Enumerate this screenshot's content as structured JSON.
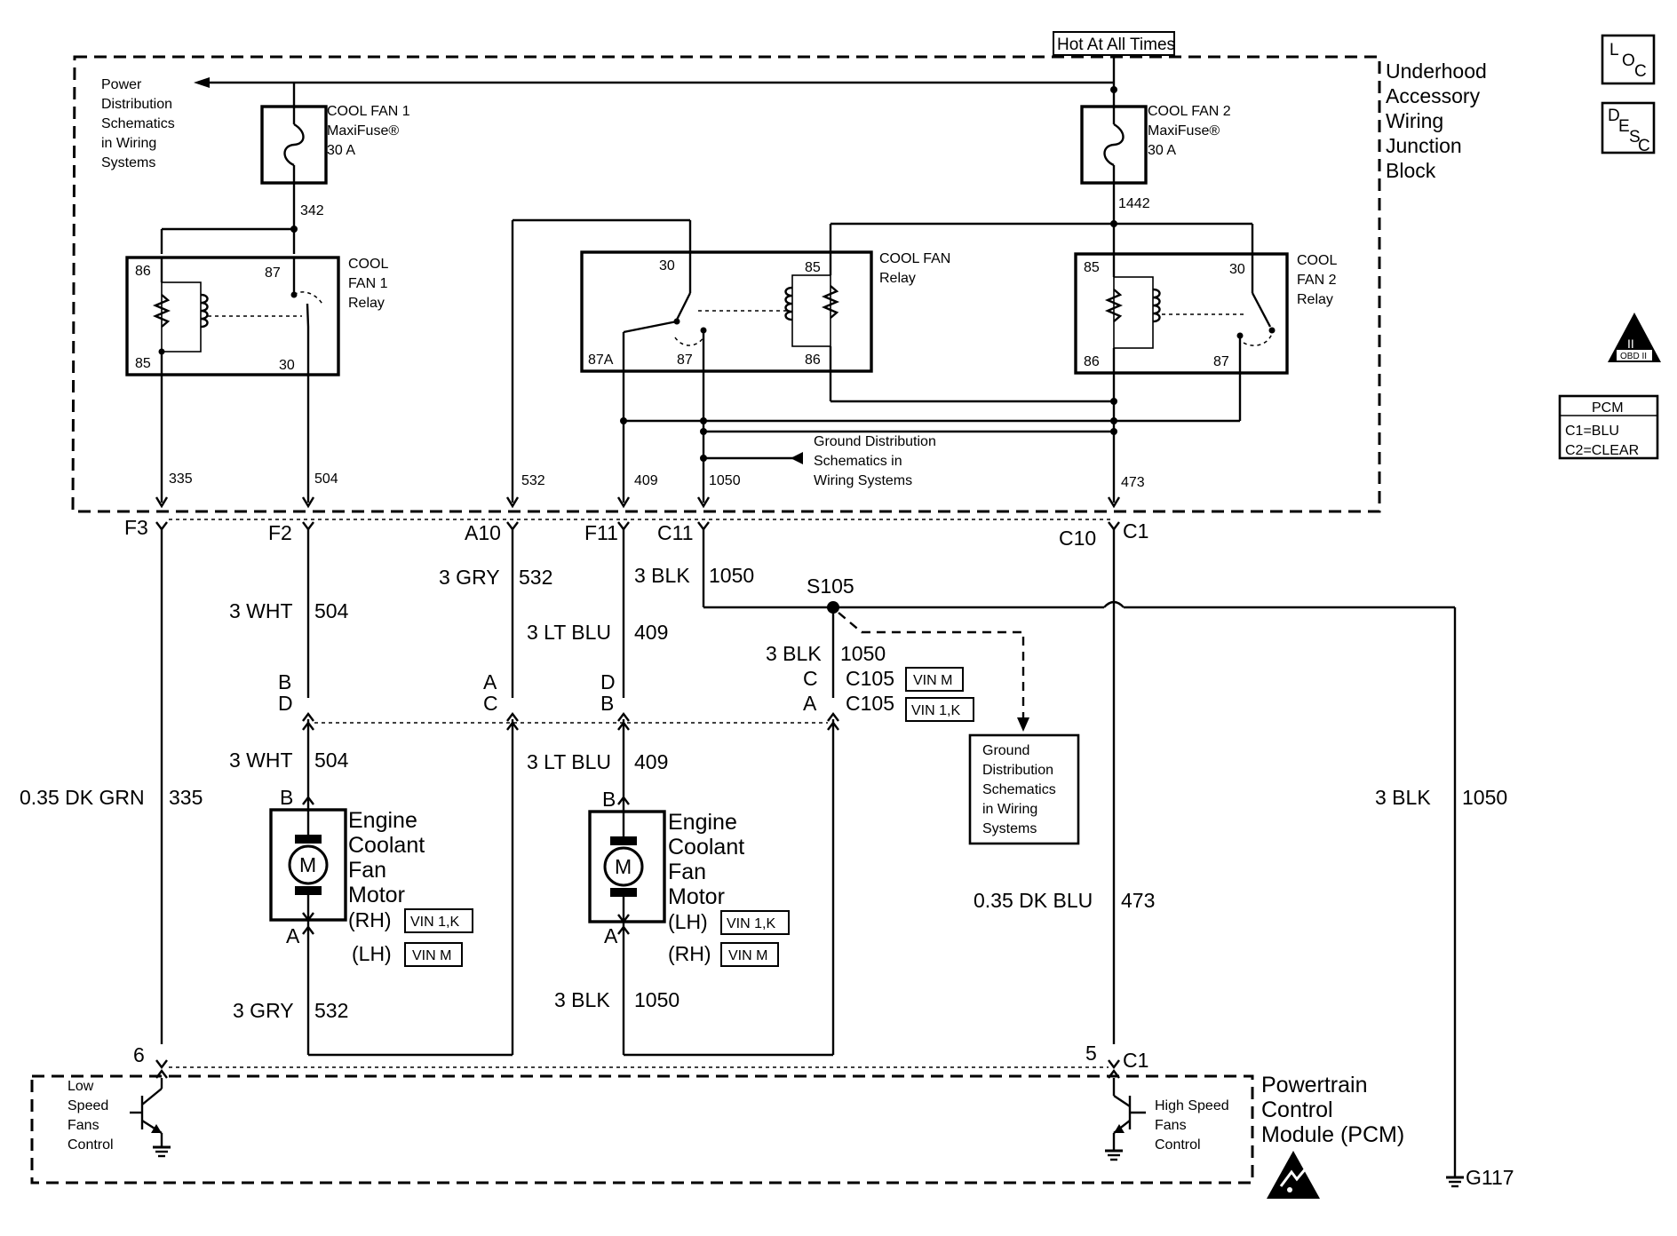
{
  "top": {
    "hot_label": "Hot At All Times"
  },
  "uajb": {
    "title_lines": [
      "Underhood",
      "Accessory",
      "Wiring",
      "Junction",
      "Block"
    ]
  },
  "power_dist": {
    "lines": [
      "Power",
      "Distribution",
      "Schematics",
      "in Wiring",
      "Systems"
    ]
  },
  "fuses": {
    "fan1": {
      "lines": [
        "COOL FAN 1",
        "MaxiFuse®",
        "30 A"
      ],
      "circuit": "342"
    },
    "fan2": {
      "lines": [
        "COOL FAN 2",
        "MaxiFuse®",
        "30 A"
      ],
      "circuit": "1442"
    }
  },
  "relays": {
    "fan1": {
      "lines": [
        "COOL",
        "FAN 1",
        "Relay"
      ],
      "pins": [
        "86",
        "87",
        "85",
        "30"
      ]
    },
    "fan": {
      "lines": [
        "COOL FAN",
        "Relay"
      ],
      "pins": [
        "30",
        "85",
        "87A",
        "87",
        "86"
      ]
    },
    "fan2": {
      "lines": [
        "COOL",
        "FAN 2",
        "Relay"
      ],
      "pins": [
        "85",
        "30",
        "86",
        "87"
      ]
    }
  },
  "block_circuits": [
    "335",
    "504",
    "532",
    "409",
    "1050",
    "473"
  ],
  "ground_dist_top": {
    "lines": [
      "Ground Distribution",
      "Schematics in",
      "Wiring Systems"
    ]
  },
  "connector_pins": [
    "F3",
    "F2",
    "A10",
    "F11",
    "C11",
    "C10",
    "C1"
  ],
  "wires": {
    "w532_top": [
      "3 GRY",
      "532"
    ],
    "w1050_top": [
      "3 BLK",
      "1050"
    ],
    "w504_top": [
      "3 WHT",
      "504"
    ],
    "w409_top": [
      "3 LT BLU",
      "409"
    ],
    "w1050_splice": [
      "3 BLK",
      "1050"
    ],
    "w504_bot": [
      "3 WHT",
      "504"
    ],
    "w409_bot": [
      "3 LT BLU",
      "409"
    ],
    "w335": [
      "0.35 DK GRN",
      "335"
    ],
    "w1050_g117": [
      "3 BLK",
      "1050"
    ],
    "w473": [
      "0.35 DK BLU",
      "473"
    ],
    "w532_bot": [
      "3 GRY",
      "532"
    ],
    "w1050_bot": [
      "3 BLK",
      "1050"
    ]
  },
  "splice": "S105",
  "c105": {
    "pins_left": [
      "B",
      "D",
      "A",
      "C",
      "D",
      "B",
      "C",
      "A"
    ],
    "labels": [
      "C105",
      "C105"
    ],
    "tags": [
      "VIN M",
      "VIN 1,K"
    ]
  },
  "ground_dist_box": {
    "lines": [
      "Ground",
      "Distribution",
      "Schematics",
      "in Wiring",
      "Systems"
    ]
  },
  "motors": {
    "rh": {
      "pins": [
        "B",
        "A"
      ],
      "symbol": "M",
      "lines": [
        "Engine",
        "Coolant",
        "Fan",
        "Motor"
      ],
      "sides": [
        "(RH)",
        "(LH)"
      ],
      "tags": [
        "VIN 1,K",
        "VIN M"
      ]
    },
    "lh": {
      "pins": [
        "B",
        "A"
      ],
      "symbol": "M",
      "lines": [
        "Engine",
        "Coolant",
        "Fan",
        "Motor"
      ],
      "sides": [
        "(LH)",
        "(RH)"
      ],
      "tags": [
        "VIN 1,K",
        "VIN M"
      ]
    }
  },
  "pcm": {
    "pins": [
      "6",
      "5",
      "C1"
    ],
    "low_lines": [
      "Low",
      "Speed",
      "Fans",
      "Control"
    ],
    "high_lines": [
      "High Speed",
      "Fans",
      "Control"
    ],
    "title_lines": [
      "Powertrain",
      "Control",
      "Module (PCM)"
    ]
  },
  "ground": "G117",
  "side": {
    "loc": [
      "L",
      "O",
      "C"
    ],
    "desc": [
      "D",
      "E",
      "S",
      "C"
    ],
    "obd": [
      "II",
      "OBD II"
    ],
    "pcm_box": [
      "PCM",
      "C1=BLU",
      "C2=CLEAR"
    ]
  }
}
